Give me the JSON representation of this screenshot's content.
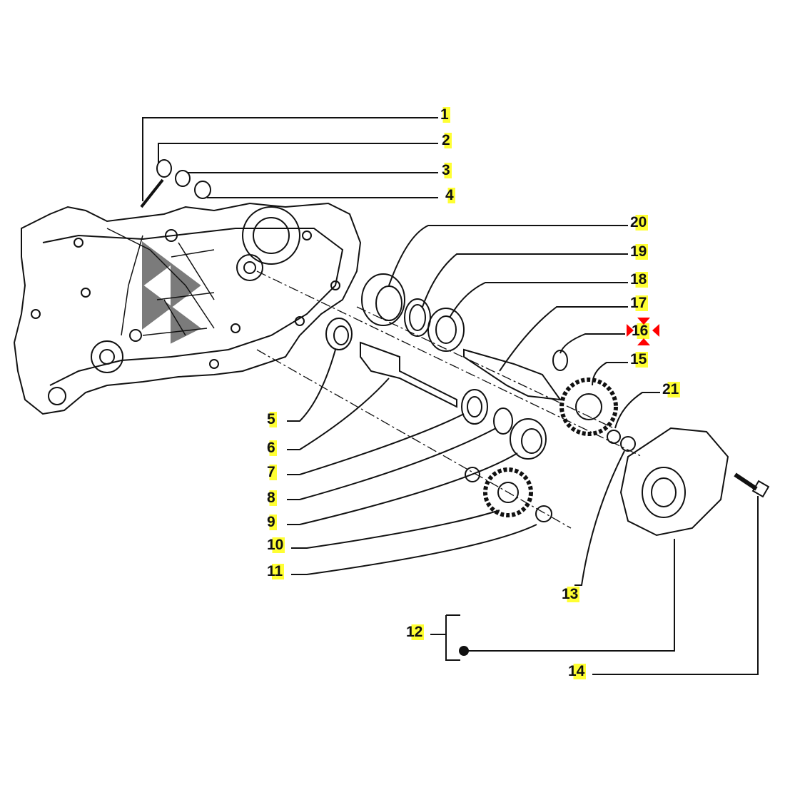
{
  "diagram": {
    "type": "exploded-parts-diagram",
    "highlight_color": "#ffff33",
    "marker_color": "#ff0000",
    "selected_label": "16",
    "labels": {
      "p1": "1",
      "p2": "2",
      "p3": "3",
      "p4": "4",
      "p5": "5",
      "p6": "6",
      "p7": "7",
      "p8": "8",
      "p9": "9",
      "p10": "10",
      "p11": "11",
      "p12": "12",
      "p13": "13",
      "p14": "14",
      "p15": "15",
      "p16": "16",
      "p17": "17",
      "p18": "18",
      "p19": "19",
      "p20": "20",
      "p21": "21"
    }
  }
}
